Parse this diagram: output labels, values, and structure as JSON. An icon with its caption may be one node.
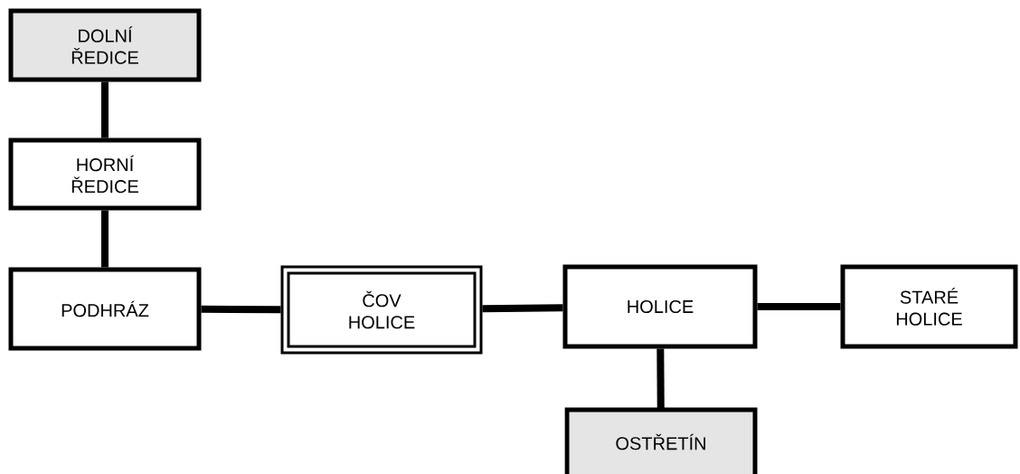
{
  "diagram": {
    "nodes": [
      {
        "text": [
          "DOLNÍ ŘEDICE"
        ]
      },
      {
        "text": [
          "HORNÍ ŘEDICE"
        ]
      },
      {
        "text": [
          "PODHRÁZ"
        ]
      },
      {
        "text": [
          "ČOV HOLICE"
        ]
      },
      {
        "text": [
          "HOLICE"
        ]
      },
      {
        "text": [
          "STARÉ HOLICE"
        ]
      },
      {
        "text": [
          "OSTŘETÍN"
        ]
      }
    ],
    "edges": [
      {
        "from": 0,
        "to": 1,
        "arrow": "none"
      },
      {
        "from": 1,
        "to": 2,
        "arrow": "none"
      },
      {
        "from": 2,
        "to": 3,
        "arrow": "none"
      },
      {
        "from": 3,
        "to": 4,
        "arrow": "none"
      },
      {
        "from": 4,
        "to": 5,
        "arrow": "none"
      },
      {
        "from": 4,
        "to": 6,
        "arrow": "none"
      }
    ]
  }
}
